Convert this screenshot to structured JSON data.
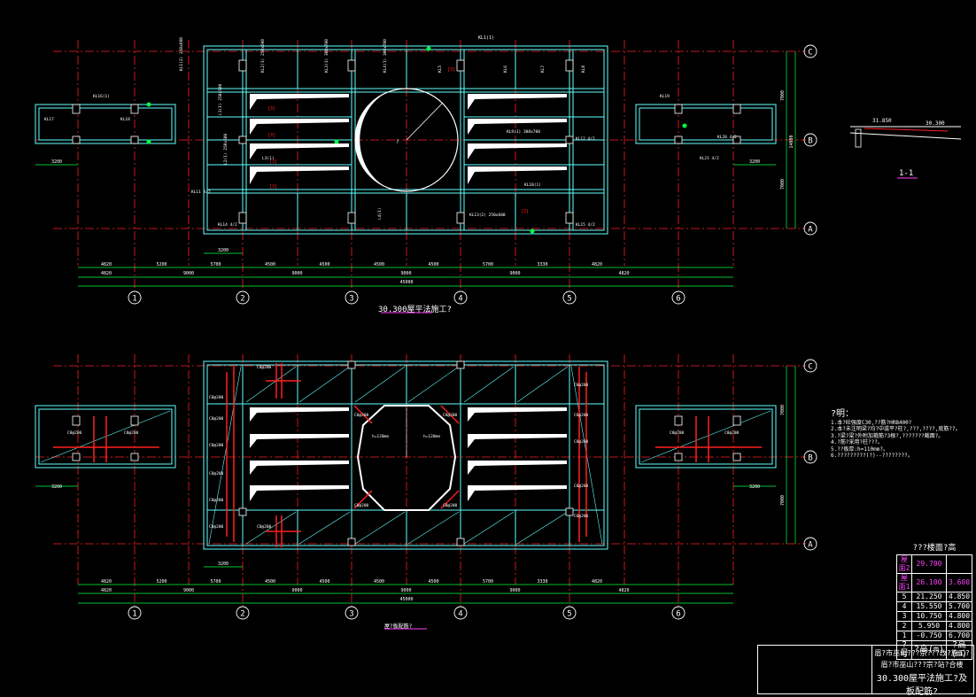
{
  "axes": {
    "numbers": [
      "1",
      "2",
      "3",
      "4",
      "5",
      "6"
    ],
    "letters": [
      "A",
      "B",
      "C"
    ]
  },
  "plan_top": {
    "title": "30.300屋平法施工?",
    "dims_row1": [
      "4820",
      "5200",
      "5700",
      "4500",
      "4500",
      "4500",
      "4500",
      "5700",
      "3330",
      "4820"
    ],
    "dims_row2": [
      "4820",
      "9000",
      "9000",
      "9000",
      "9000",
      "4820"
    ],
    "dims_total": "45000",
    "dims_right": [
      "7000",
      "7000"
    ],
    "dim_left_wing": "3200",
    "dim_right_wing": "3200",
    "dim_small": "3200",
    "top_label": "KL1(1)",
    "right_label": "14000"
  },
  "plan_bottom": {
    "title": "屋?板配筋?",
    "dims_row1": [
      "4820",
      "5200",
      "5700",
      "4500",
      "4500",
      "4500",
      "4500",
      "5700",
      "3330",
      "4820"
    ],
    "dims_row2": [
      "4820",
      "9000",
      "9000",
      "9000",
      "9000",
      "4820"
    ],
    "dims_total": "45000",
    "dims_right": [
      "7000",
      "7000"
    ],
    "dim_left_wing": "3200",
    "dim_right_wing": "3200",
    "dim_small": "3200",
    "circle_label_1": "h=120mm",
    "circle_label_2": "h=120mm"
  },
  "section": {
    "label": "1-1",
    "elev_1": "31.850",
    "elev_2": "30.300"
  },
  "notes": {
    "heading": "?明：",
    "lines": [
      "1.本?砼强度C30,??筋?HRB400?",
      "2.本?未注明梁?均?中或平?柱?,???,????,底筋??。",
      "3.?梁?梁?外附加箍筋?3根?,???????截面?。",
      "4.?筋?采用?柱???。",
      "5.??板厚:h=110mm?。",
      "6.?????????(?)--????????。"
    ]
  },
  "level_table": {
    "title": "???楼面?高",
    "rows": [
      {
        "f": "屋面2",
        "h": "29.700",
        "s": ""
      },
      {
        "f": "屋面1",
        "h": "26.100",
        "s": "3.600"
      },
      {
        "f": "5",
        "h": "21.250",
        "s": "4.850"
      },
      {
        "f": "4",
        "h": "15.550",
        "s": "5.700"
      },
      {
        "f": "3",
        "h": "10.750",
        "s": "4.800"
      },
      {
        "f": "2",
        "h": "5.950",
        "s": "4.800"
      },
      {
        "f": "1",
        "h": "-0.750",
        "s": "6.700"
      }
    ],
    "foot": [
      "?号",
      "?高(m)",
      "?高(m)"
    ]
  },
  "title_block": {
    "line1": "眉?市巫山???宗???改?施工?",
    "line2": "眉?市巫山???宗?站?合楼",
    "line3": "30.300屋平法施工?及板配筋?"
  },
  "colors": {
    "axis": "#ff2020",
    "structure": "#60ffff",
    "dimension": "#00ff40",
    "text": "#ffffff",
    "accent": "#ff40ff",
    "rebar": "#ff2020"
  }
}
